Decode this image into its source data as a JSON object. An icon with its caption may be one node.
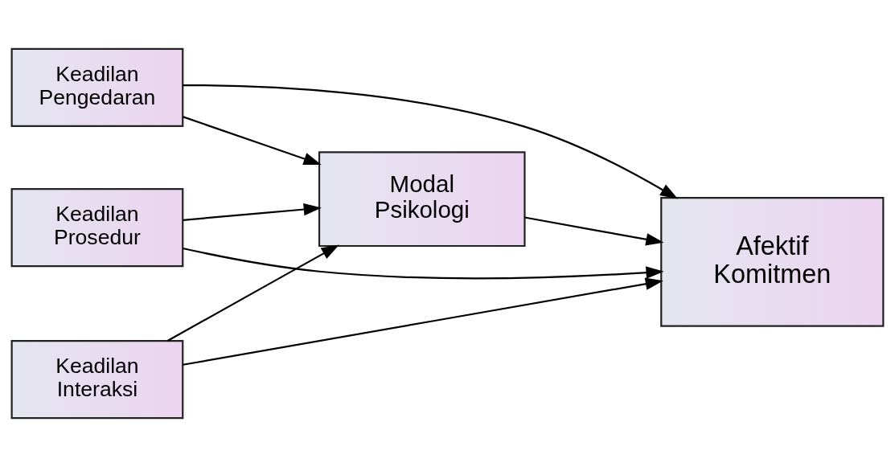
{
  "diagram": {
    "nodes": [
      {
        "text": [
          "Modal Psikologi"
        ]
      },
      {
        "text": [
          "Keadilan Pengedaran"
        ]
      },
      {
        "text": [
          "Keadilan Prosedur"
        ]
      },
      {
        "text": [
          "Keadilan Interaksi"
        ]
      },
      {
        "text": [
          "Afektif Komitmen"
        ]
      }
    ],
    "edges": [
      {
        "from": 1,
        "to": 0,
        "arrow": "to"
      },
      {
        "from": 2,
        "to": 0,
        "arrow": "to"
      },
      {
        "from": 3,
        "to": 0,
        "arrow": "to"
      },
      {
        "from": 0,
        "to": 4,
        "arrow": "to"
      },
      {
        "from": 1,
        "to": 4,
        "arrow": "to"
      },
      {
        "from": 2,
        "to": 4,
        "arrow": "to"
      },
      {
        "from": 3,
        "to": 4,
        "arrow": "to"
      }
    ]
  }
}
